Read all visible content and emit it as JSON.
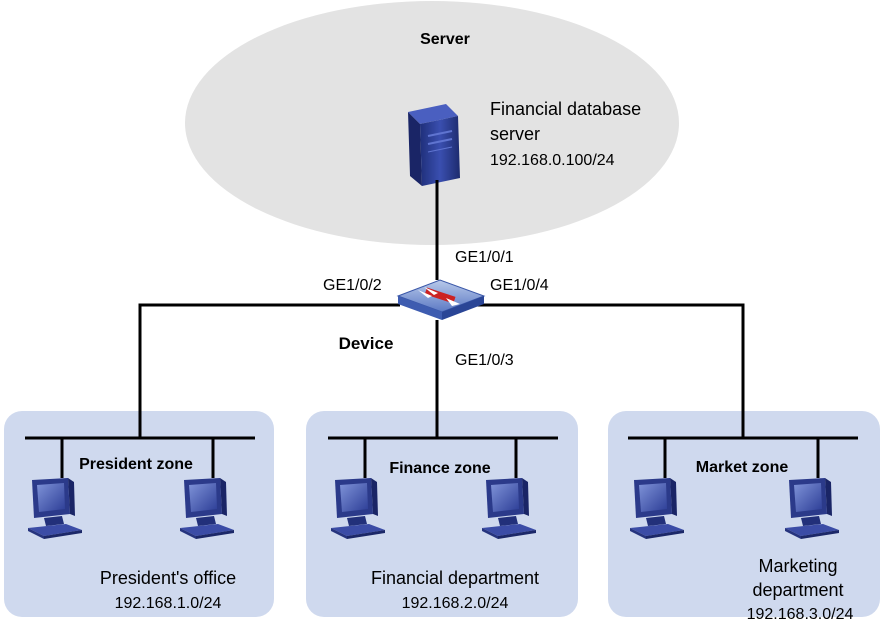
{
  "server_zone": {
    "title": "Server",
    "server_name_line1": "Financial database",
    "server_name_line2": "server",
    "server_ip": "192.168.0.100/24"
  },
  "device": {
    "label": "Device",
    "ports": {
      "ge1": "GE1/0/1",
      "ge2": "GE1/0/2",
      "ge3": "GE1/0/3",
      "ge4": "GE1/0/4"
    }
  },
  "zones": [
    {
      "title": "President zone",
      "desc_line1": "President's office",
      "desc_line2": "",
      "subnet": "192.168.1.0/24"
    },
    {
      "title": "Finance zone",
      "desc_line1": "Financial department",
      "desc_line2": "",
      "subnet": "192.168.2.0/24"
    },
    {
      "title": "Market zone",
      "desc_line1": "Marketing",
      "desc_line2": "department",
      "subnet": "192.168.3.0/24"
    }
  ],
  "colors": {
    "server_zone_fill": "#e3e3e3",
    "lan_zone_fill": "#cfd9ee",
    "server_body": "#283a8e",
    "pc_body": "#2b3a8a",
    "firewall_red": "#cc2222"
  },
  "icons": {
    "server": "server-tower-icon",
    "device": "firewall-device-icon",
    "host": "desktop-pc-icon"
  }
}
